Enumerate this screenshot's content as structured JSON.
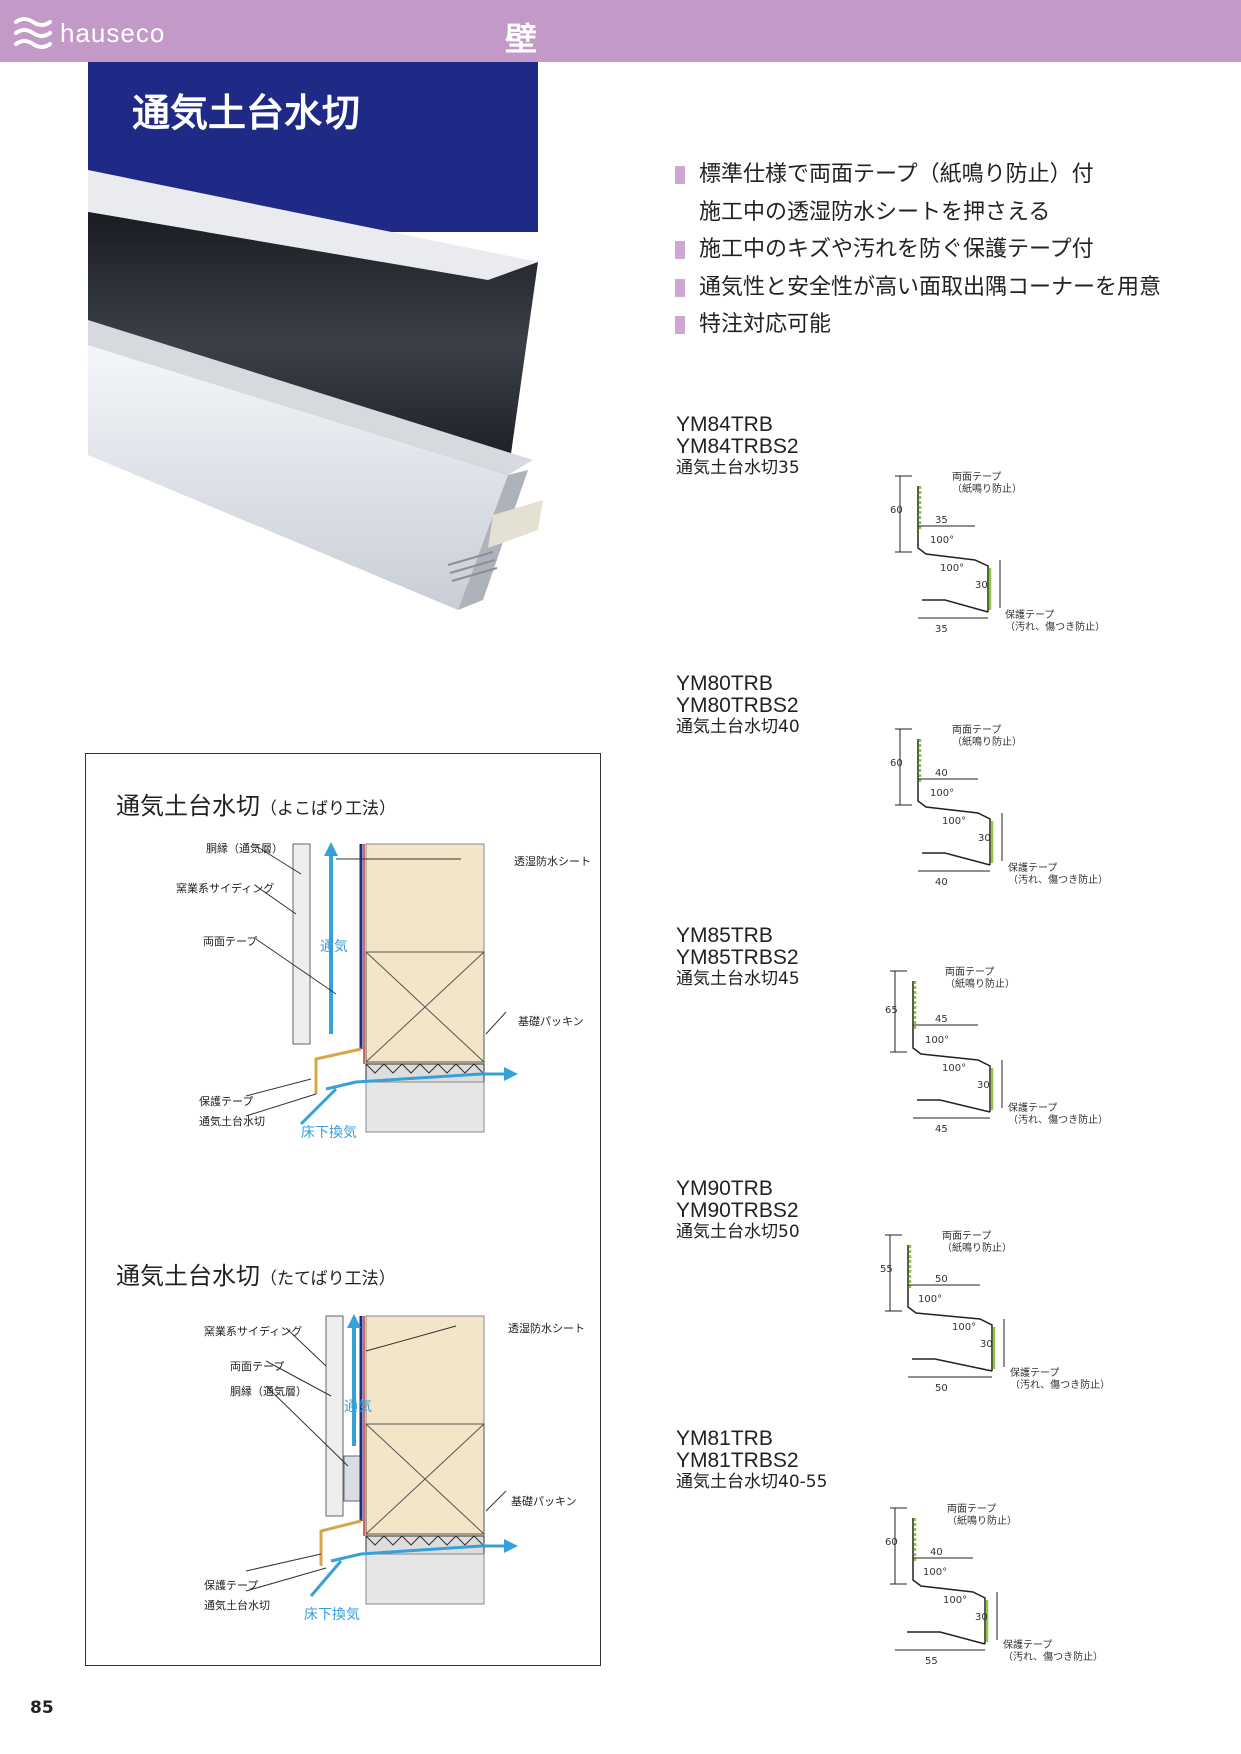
{
  "header": {
    "logo_text": "hauseco",
    "category": "壁"
  },
  "title": "通気土台水切",
  "features": [
    {
      "text": "標準仕様で両面テープ（紙鳴り防止）付",
      "bullet": true
    },
    {
      "text": "施工中の透湿防水シートを押さえる",
      "bullet": false
    },
    {
      "text": "施工中のキズや汚れを防ぐ保護テープ付",
      "bullet": true
    },
    {
      "text": "通気性と安全性が高い面取出隅コーナーを用意",
      "bullet": true
    },
    {
      "text": "特注対応可能",
      "bullet": true
    }
  ],
  "diagram_yokobari": {
    "title": "通気土台水切",
    "method": "（よこばり工法）",
    "labels": {
      "furring": "胴縁（通気層）",
      "siding": "窯業系サイディング",
      "tape": "両面テープ",
      "sheet": "透湿防水シート",
      "packing": "基礎パッキン",
      "protect": "保護テープ",
      "flashing": "通気土台水切",
      "underfloor": "床下換気",
      "airflow": "通気"
    }
  },
  "diagram_tatebari": {
    "title": "通気土台水切",
    "method": "（たてばり工法）",
    "labels": {
      "siding": "窯業系サイディング",
      "tape": "両面テープ",
      "furring": "胴縁（通気層）",
      "sheet": "透湿防水シート",
      "packing": "基礎パッキン",
      "protect": "保護テープ",
      "flashing": "通気土台水切",
      "underfloor": "床下換気",
      "airflow": "通気"
    }
  },
  "drawing_labels": {
    "tape_line1": "両面テープ",
    "tape_line2": "（紙鳴り防止）",
    "protect_line1": "保護テープ",
    "protect_line2": "（汚れ、傷つき防止）",
    "angle": "100°",
    "lip_height": "30"
  },
  "products": [
    {
      "code1": "YM84TRB",
      "code2": "YM84TRBS2",
      "name": "通気土台水切35",
      "height": "60",
      "depth": "35",
      "bottom": "35"
    },
    {
      "code1": "YM80TRB",
      "code2": "YM80TRBS2",
      "name": "通気土台水切40",
      "height": "60",
      "depth": "40",
      "bottom": "40"
    },
    {
      "code1": "YM85TRB",
      "code2": "YM85TRBS2",
      "name": "通気土台水切45",
      "height": "65",
      "depth": "45",
      "bottom": "45"
    },
    {
      "code1": "YM90TRB",
      "code2": "YM90TRBS2",
      "name": "通気土台水切50",
      "height": "55",
      "depth": "50",
      "bottom": "50"
    },
    {
      "code1": "YM81TRB",
      "code2": "YM81TRBS2",
      "name": "通気土台水切40-55",
      "height": "60",
      "depth": "40",
      "bottom": "55"
    }
  ],
  "page_number": "85",
  "colors": {
    "header": "#c39ac7",
    "title_bg": "#1f2a86",
    "bullet": "#cfa8d2",
    "airflow": "#36a0d8",
    "wood": "#f3e5c8"
  }
}
